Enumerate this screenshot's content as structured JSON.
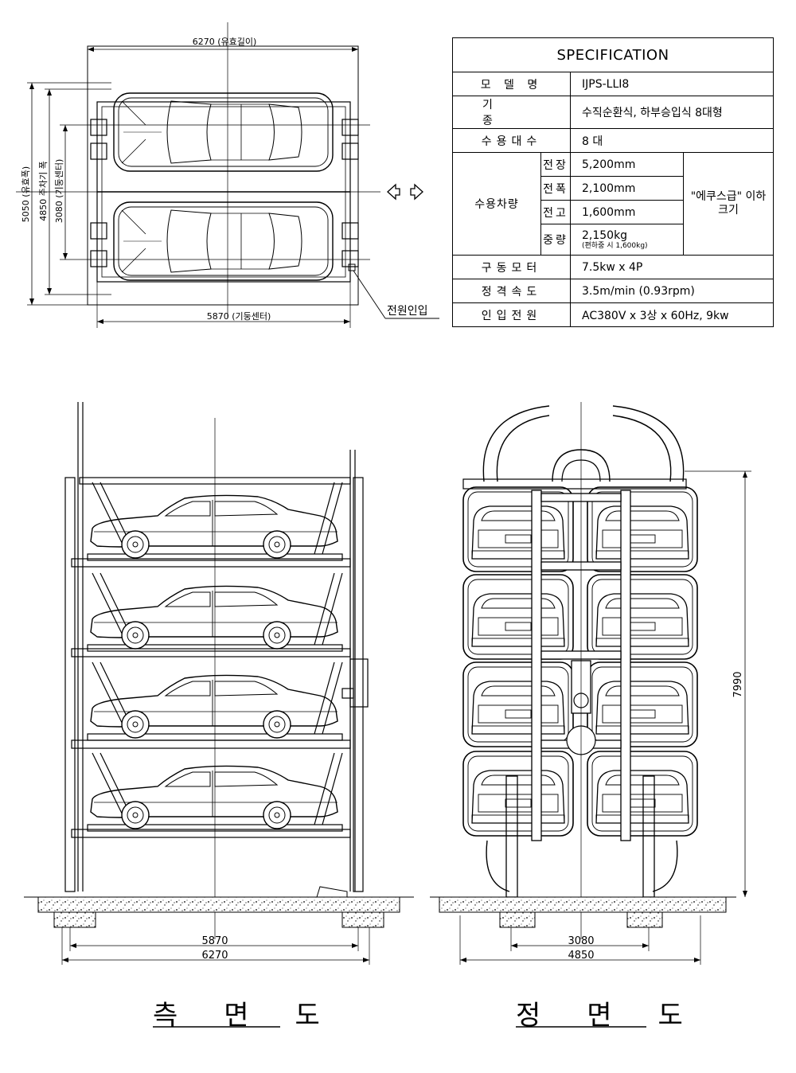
{
  "plan": {
    "dim_top": "6270 (유효길이)",
    "dim_bottom": "5870 (기둥센터)",
    "dim_left_1": "5050 (유효폭)",
    "dim_left_2": "4850 주차기 폭",
    "dim_left_3": "3080 (기둥센터)",
    "power_label": "전원인입"
  },
  "spec": {
    "title": "SPECIFICATION",
    "rows": [
      {
        "label": "모 델 명",
        "value": "IJPS-LLI8"
      },
      {
        "label": "기 종",
        "value": "수직순환식, 하부승입식 8대형"
      },
      {
        "label": "수용대수",
        "value": "8 대"
      }
    ],
    "vehicle_label": "수용차량",
    "vehicle": [
      {
        "sub": "전장",
        "value": "5,200mm"
      },
      {
        "sub": "전폭",
        "value": "2,100mm"
      },
      {
        "sub": "전고",
        "value": "1,600mm"
      },
      {
        "sub": "중량",
        "value": "2,150kg",
        "note": "(편하중 시 1,600kg)"
      }
    ],
    "vehicle_note": "\"에쿠스급\" 이하 크기",
    "rows_bottom": [
      {
        "label": "구동모터",
        "value": "7.5kw x 4P"
      },
      {
        "label": "정격속도",
        "value": "3.5m/min (0.93rpm)"
      },
      {
        "label": "인입전원",
        "value": "AC380V x 3상 x 60Hz,  9kw"
      }
    ]
  },
  "side": {
    "dim_inner": "5870",
    "dim_outer": "6270",
    "title": "측면도"
  },
  "front": {
    "dim_inner": "3080",
    "dim_outer": "4850",
    "dim_height": "7990",
    "title": "정면도"
  }
}
